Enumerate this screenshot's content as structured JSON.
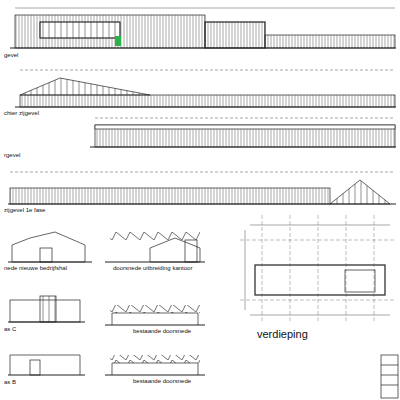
{
  "diagram": {
    "labels": [
      "gevel",
      "chter zijgevel",
      "rgevel",
      "zijgevel 1e fase",
      "nede nieuwe bedrijfshal",
      "doorsnede uitbreiding kantoor",
      "as C",
      "as B",
      "bestaande doorsnede",
      "bestaande doorsnede",
      "verdieping"
    ]
  }
}
